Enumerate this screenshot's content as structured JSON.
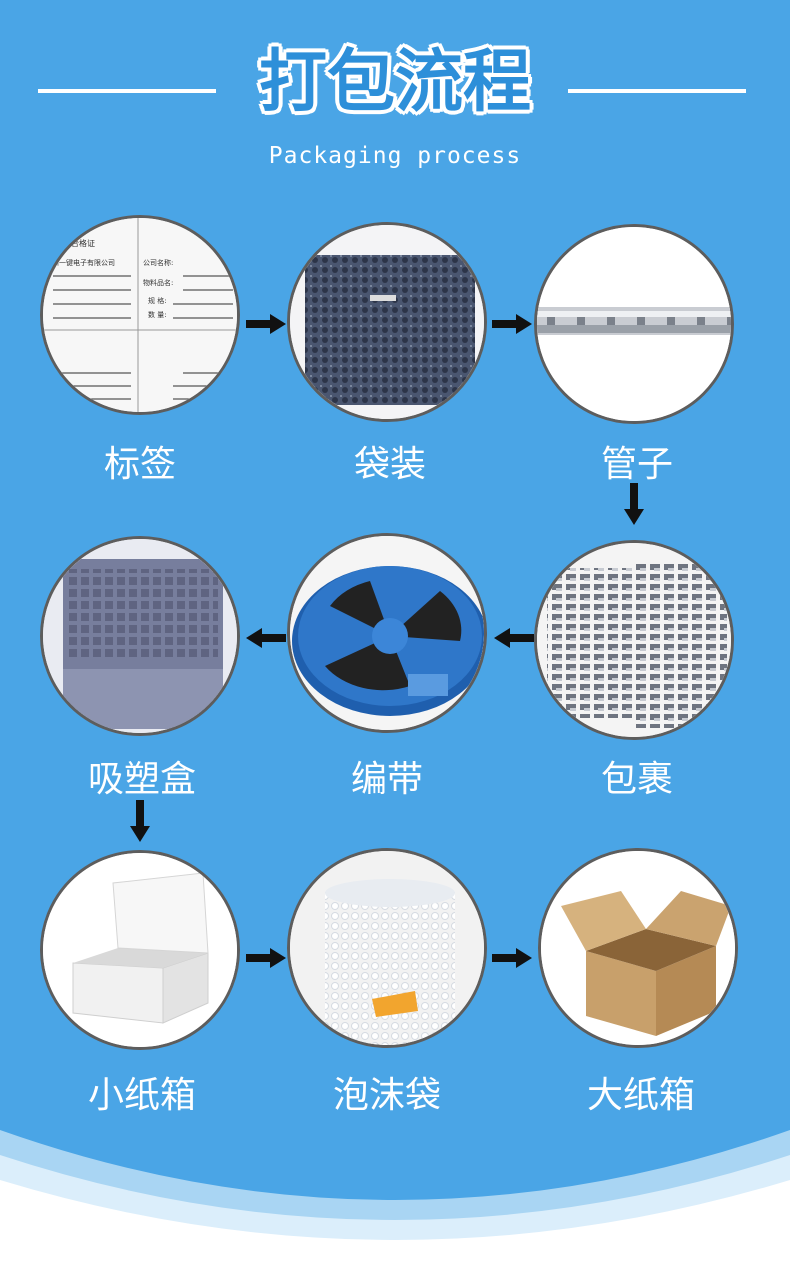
{
  "header": {
    "title": "打包流程",
    "subtitle": "Packaging process"
  },
  "steps": [
    {
      "label": "标签",
      "icon": "label-sheet-icon"
    },
    {
      "label": "袋装",
      "icon": "bag-icon"
    },
    {
      "label": "管子",
      "icon": "tube-icon"
    },
    {
      "label": "包裹",
      "icon": "wrap-icon"
    },
    {
      "label": "编带",
      "icon": "reel-icon"
    },
    {
      "label": "吸塑盒",
      "icon": "blister-box-icon"
    },
    {
      "label": "小纸箱",
      "icon": "small-carton-icon"
    },
    {
      "label": "泡沫袋",
      "icon": "bubble-wrap-icon"
    },
    {
      "label": "大纸箱",
      "icon": "large-carton-icon"
    }
  ],
  "label_sheet": {
    "cert": "合格证",
    "company": "公司名称:",
    "company_value": "温州一键电子有限公司",
    "material": "物料品名:",
    "spec": "规    格:",
    "qty": "数    量:"
  },
  "colors": {
    "background": "#4aa5e6",
    "accent": "#2d8fd9",
    "text": "#ffffff"
  }
}
